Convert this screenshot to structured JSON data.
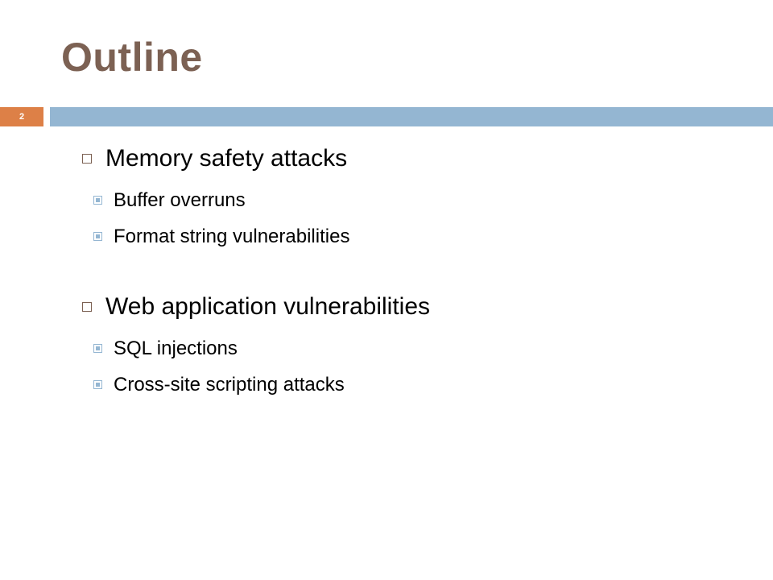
{
  "slide": {
    "title": "Outline",
    "page_number": "2",
    "colors": {
      "title": "#7c6153",
      "badge": "#dd8047",
      "bar": "#94b6d2"
    },
    "bullets": [
      {
        "text": "Memory safety attacks",
        "icon": "hollow-square-bullet",
        "children": [
          {
            "text": "Buffer overruns",
            "icon": "filled-square-bullet"
          },
          {
            "text": "Format string vulnerabilities",
            "icon": "filled-square-bullet"
          }
        ]
      },
      {
        "text": "Web application vulnerabilities",
        "icon": "hollow-square-bullet",
        "children": [
          {
            "text": "SQL injections",
            "icon": "filled-square-bullet"
          },
          {
            "text": "Cross-site scripting attacks",
            "icon": "filled-square-bullet"
          }
        ]
      }
    ]
  }
}
